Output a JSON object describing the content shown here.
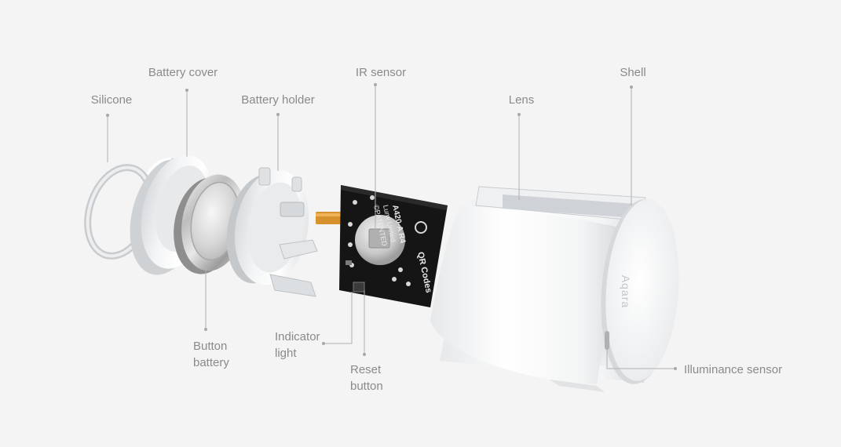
{
  "labels": {
    "silicone": "Silicone",
    "battery_cover": "Battery cover",
    "battery_holder": "Battery holder",
    "ir_sensor": "IR sensor",
    "lens": "Lens",
    "shell": "Shell",
    "button_battery_line1": "Button",
    "button_battery_line2": "battery",
    "indicator_light_line1": "Indicator",
    "indicator_light_line2": "light",
    "reset_button_line1": "Reset",
    "reset_button_line2": "button",
    "illuminance_sensor": "Illuminance sensor"
  },
  "pcb_text": {
    "model": "A420-A R4",
    "maker": "Lumi United",
    "patent": "©PATENTED",
    "qr": "QR Codes"
  },
  "brand_mark": "Aqara",
  "colors": {
    "background": "#f4f4f4",
    "label": "#8a8a8a",
    "leader": "#b0b0b0",
    "pcb": "#151515"
  }
}
